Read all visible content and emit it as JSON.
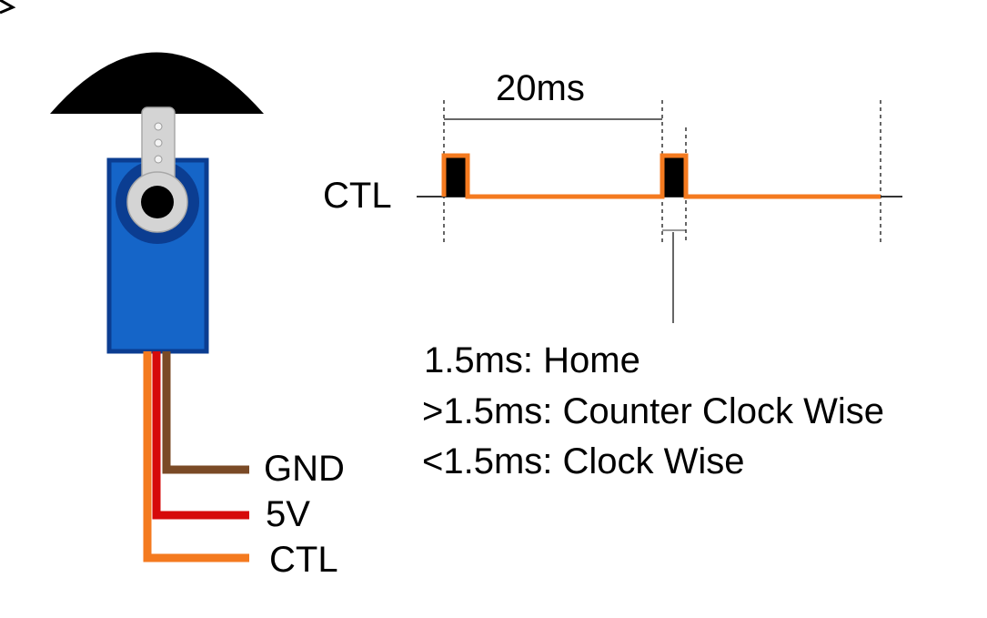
{
  "servo": {
    "wires": [
      {
        "label": "GND",
        "color": "#7a4a26"
      },
      {
        "label": "5V",
        "color": "#d60a0a"
      },
      {
        "label": "CTL",
        "color": "#f47a1f"
      }
    ],
    "colors": {
      "body": "#1565c8",
      "body_outline": "#0b3d91",
      "horn_shadow": "#000000",
      "arm": "#d4d4d4"
    }
  },
  "signal": {
    "label": "CTL",
    "period_label": "20ms",
    "trace_color": "#f47a1f",
    "pulse_fill": "#000000"
  },
  "legend": [
    "1.5ms: Home",
    ">1.5ms: Counter Clock Wise",
    "<1.5ms: Clock Wise"
  ]
}
